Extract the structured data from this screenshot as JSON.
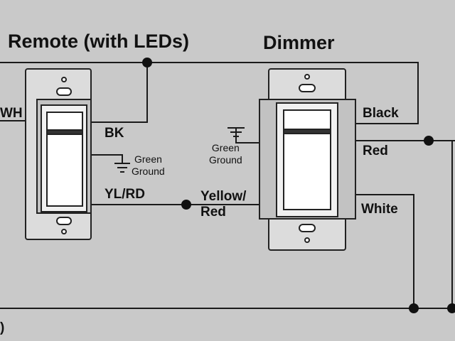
{
  "remote": {
    "title": "Remote (with LEDs)",
    "wh": "WH",
    "bk": "BK",
    "ground_line1": "Green",
    "ground_line2": "Ground",
    "yl_rd": "YL/RD"
  },
  "dimmer": {
    "title": "Dimmer",
    "ground_line1": "Green",
    "ground_line2": "Ground",
    "yellow_line1": "Yellow/",
    "yellow_line2": "Red",
    "black": "Black",
    "red": "Red",
    "white": "White"
  },
  "bottom_fragment": ")",
  "colors": {
    "background": "#c9c9c9",
    "wire": "#1a1a1a",
    "plate": "#dcdcdc"
  }
}
